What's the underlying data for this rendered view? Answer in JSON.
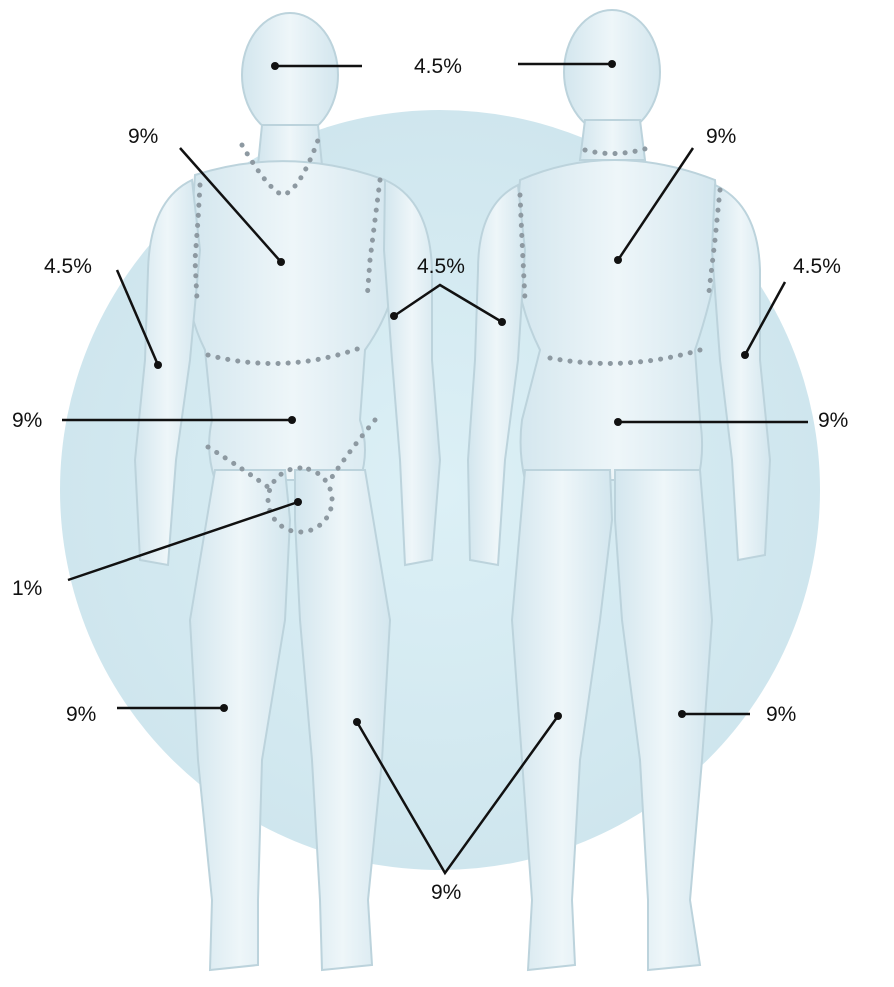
{
  "colors": {
    "halo": "#d4ebf2",
    "body_fill": "#e4f0f5",
    "body_shade": "#cfe2ea",
    "body_edge": "#b9d3dd",
    "dotted_boundary": "#8d99a1",
    "leader_line": "#111111"
  },
  "labels": {
    "head": "4.5%",
    "front_trunk_upper": "9%",
    "left_arm_front": "4.5%",
    "inner_arms": "4.5%",
    "right_arm_back": "4.5%",
    "back_trunk_upper": "9%",
    "front_trunk_lower": "9%",
    "back_trunk_lower": "9%",
    "genital": "1%",
    "front_right_leg": "9%",
    "back_left_leg": "9%",
    "center_legs": "9%"
  }
}
